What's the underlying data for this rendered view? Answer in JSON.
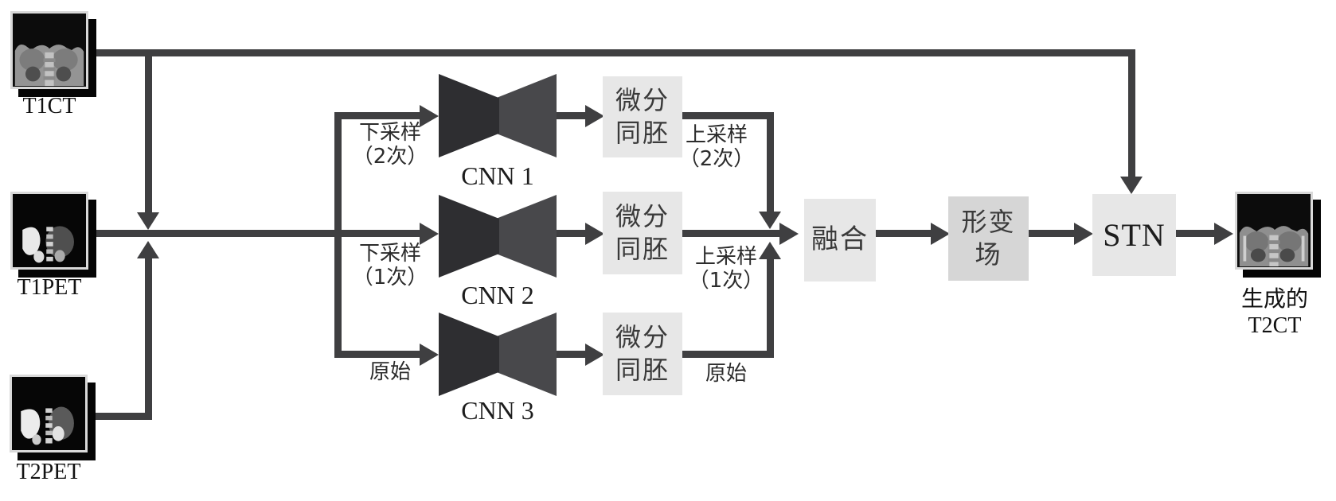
{
  "diagram": {
    "type": "multi-scale registration network flowchart",
    "colors": {
      "line": "#3f3f41",
      "bowtie_left": "#2e2e31",
      "bowtie_right": "#48484b",
      "box_light": "#e7e7e7",
      "box_medium": "#d6d6d6",
      "background": "#ffffff"
    }
  },
  "inputs": [
    {
      "id": "t1ct",
      "label": "T1CT"
    },
    {
      "id": "t1pet",
      "label": "T1PET"
    },
    {
      "id": "t2pet",
      "label": "T2PET"
    }
  ],
  "branches": [
    {
      "cnn": "CNN 1",
      "in_label_line1": "下采样",
      "in_label_line2": "（2次）",
      "box_line1": "微分",
      "box_line2": "同胚",
      "out_label_line1": "上采样",
      "out_label_line2": "（2次）"
    },
    {
      "cnn": "CNN 2",
      "in_label_line1": "下采样",
      "in_label_line2": "（1次）",
      "box_line1": "微分",
      "box_line2": "同胚",
      "out_label_line1": "上采样",
      "out_label_line2": "（1次）"
    },
    {
      "cnn": "CNN 3",
      "in_label_line1": "原始",
      "in_label_line2": "",
      "box_line1": "微分",
      "box_line2": "同胚",
      "out_label_line1": "原始",
      "out_label_line2": ""
    }
  ],
  "nodes": {
    "fusion": "融合",
    "deformation_line1": "形变",
    "deformation_line2": "场",
    "stn": "STN"
  },
  "output": {
    "label_line1": "生成的",
    "label_line2": "T2CT"
  }
}
